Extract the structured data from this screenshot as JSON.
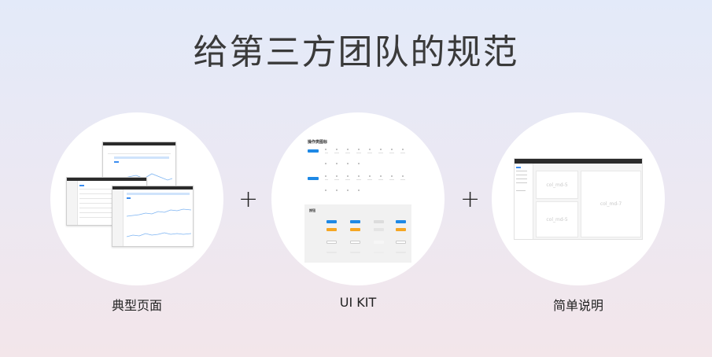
{
  "title": "给第三方团队的规范",
  "cards": [
    {
      "label": "典型页面"
    },
    {
      "label": "UI KIT"
    },
    {
      "label": "简单说明"
    }
  ],
  "plus": "+",
  "kit": {
    "title": "操作类图标",
    "panel_title": "按钮"
  },
  "layout": {
    "col_left_top": "col_md-5",
    "col_left_bottom": "col_md-5",
    "col_right": "col_md-7"
  }
}
